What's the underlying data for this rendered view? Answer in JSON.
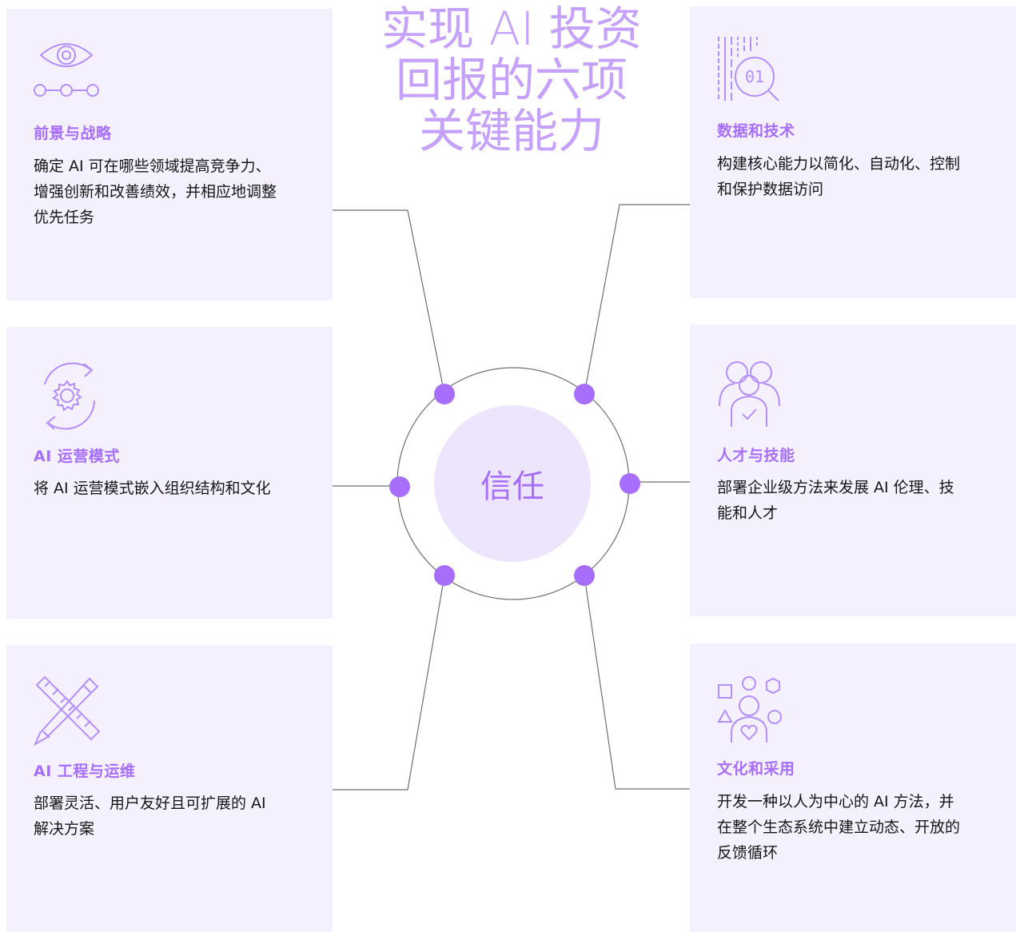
{
  "title": {
    "line1": "实现 AI 投资",
    "line2": "回报的六项",
    "line3": "关键能力"
  },
  "center": {
    "label": "信任"
  },
  "colors": {
    "accent": "#a66efa",
    "card_bg": "#f4f0fd",
    "icon_stroke": "#b48ef9",
    "line": "#6f6f6f",
    "title": "#c5a1fb"
  },
  "capabilities": [
    {
      "icon": "eye-timeline-icon",
      "title": "前景与战略",
      "description": "确定 AI 可在哪些领域提高竞争力、增强创新和改善绩效，并相应地调整优先任务"
    },
    {
      "icon": "refresh-gear-icon",
      "title": "AI 运营模式",
      "description": "将 AI 运营模式嵌入组织结构和文化"
    },
    {
      "icon": "pencil-ruler-icon",
      "title": "AI 工程与运维",
      "description": "部署灵活、用户友好且可扩展的 AI 解决方案"
    },
    {
      "icon": "data-search-icon",
      "title": "数据和技术",
      "description": "构建核心能力以简化、自动化、控制和保护数据访问"
    },
    {
      "icon": "people-check-icon",
      "title": "人才与技能",
      "description": "部署企业级方法来发展 AI 伦理、技能和人才"
    },
    {
      "icon": "people-shapes-icon",
      "title": "文化和采用",
      "description": "开发一种以人为中心的 AI 方法，并在整个生态系统中建立动态、开放的反馈循环"
    }
  ]
}
